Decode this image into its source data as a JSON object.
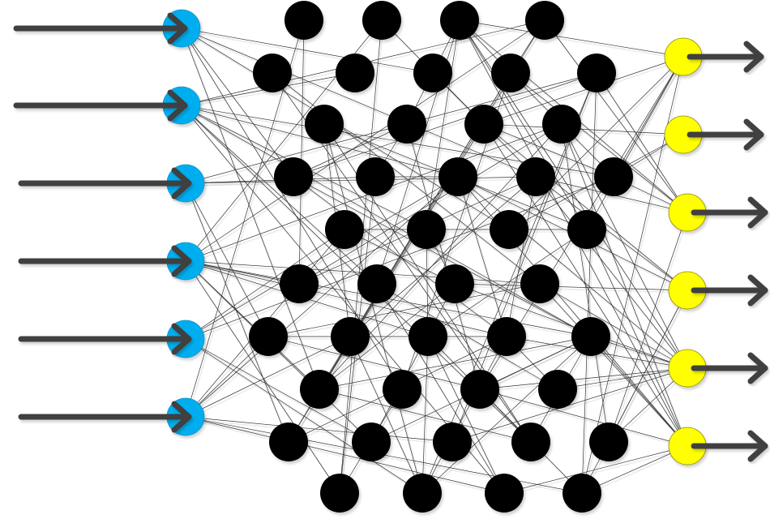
{
  "diagram": {
    "type": "neural-network",
    "colors": {
      "input_node": "#00aeef",
      "hidden_node": "#000000",
      "output_node": "#ffff00",
      "arrow": "#404040",
      "edge": "#333333",
      "background": "#ffffff"
    },
    "input_count": 6,
    "output_count": 6,
    "hidden_rows": [
      4,
      5,
      4,
      5,
      4,
      4,
      5,
      4,
      5,
      4
    ]
  }
}
